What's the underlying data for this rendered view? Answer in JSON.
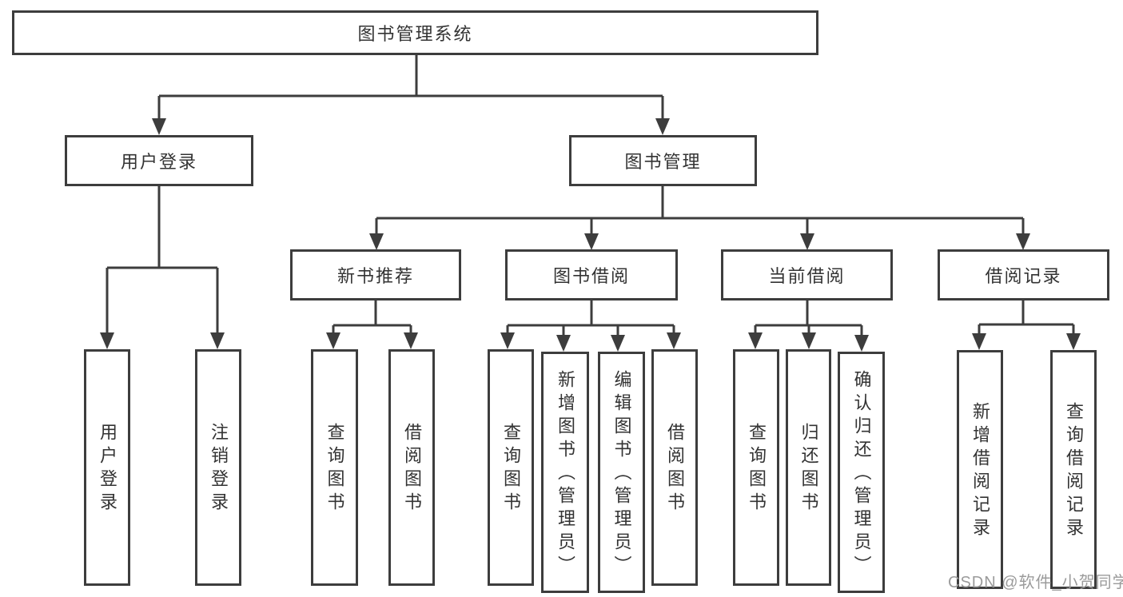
{
  "diagram": {
    "title_node": "图书管理系统",
    "colors": {
      "line": "#3d3d3d",
      "text": "#333333",
      "box_background": "#ffffff",
      "watermark": "#9b9b9b"
    },
    "nodes": {
      "root": {
        "label": "图书管理系统"
      },
      "user_login": {
        "label": "用户登录"
      },
      "book_mgmt": {
        "label": "图书管理"
      },
      "new_books": {
        "label": "新书推荐"
      },
      "book_borrow": {
        "label": "图书借阅"
      },
      "current_borrow": {
        "label": "当前借阅"
      },
      "borrow_records": {
        "label": "借阅记录"
      },
      "leaf_user_login": {
        "label": "用户登录"
      },
      "leaf_logout": {
        "label": "注销登录"
      },
      "leaf_nb_query": {
        "label": "查询图书"
      },
      "leaf_nb_borrow": {
        "label": "借阅图书"
      },
      "leaf_bb_query": {
        "label": "查询图书"
      },
      "leaf_bb_add": {
        "label": "新增图书（管理员）"
      },
      "leaf_bb_edit": {
        "label": "编辑图书（管理员）"
      },
      "leaf_bb_borrow": {
        "label": "借阅图书"
      },
      "leaf_cb_query": {
        "label": "查询图书"
      },
      "leaf_cb_return": {
        "label": "归还图书"
      },
      "leaf_cb_confirm": {
        "label": "确认归还（管理员）"
      },
      "leaf_br_add": {
        "label": "新增借阅记录"
      },
      "leaf_br_query": {
        "label": "查询借阅记录"
      }
    },
    "hierarchy": {
      "图书管理系统": {
        "用户登录": [
          "用户登录",
          "注销登录"
        ],
        "图书管理": {
          "新书推荐": [
            "查询图书",
            "借阅图书"
          ],
          "图书借阅": [
            "查询图书",
            "新增图书（管理员）",
            "编辑图书（管理员）",
            "借阅图书"
          ],
          "当前借阅": [
            "查询图书",
            "归还图书",
            "确认归还（管理员）"
          ],
          "借阅记录": [
            "新增借阅记录",
            "查询借阅记录"
          ]
        }
      }
    },
    "watermark": "CSDN @软件_小贺同学"
  }
}
